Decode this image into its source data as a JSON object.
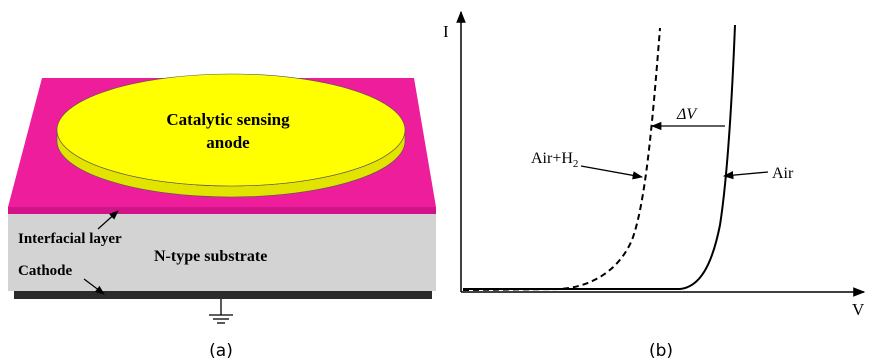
{
  "panel_a": {
    "anode_label_line1": "Catalytic sensing",
    "anode_label_line2": "anode",
    "interfacial_label": "Interfacial layer",
    "substrate_label": "N-type substrate",
    "cathode_label": "Cathode",
    "caption": "(a)",
    "colors": {
      "oxide_top": "#ee1d9c",
      "oxide_side": "#d11588",
      "anode": "#ffff00",
      "anode_edge": "#e3e300",
      "substrate": "#d3d3d3",
      "cathode": "#2b2b2b"
    }
  },
  "panel_b": {
    "y_axis_label": "I",
    "x_axis_label": "V",
    "delta_label": "ΔV",
    "curve_h2_label_main": "Air+H",
    "curve_h2_label_sub": "2",
    "curve_air_label": "Air",
    "caption": "(b)"
  }
}
